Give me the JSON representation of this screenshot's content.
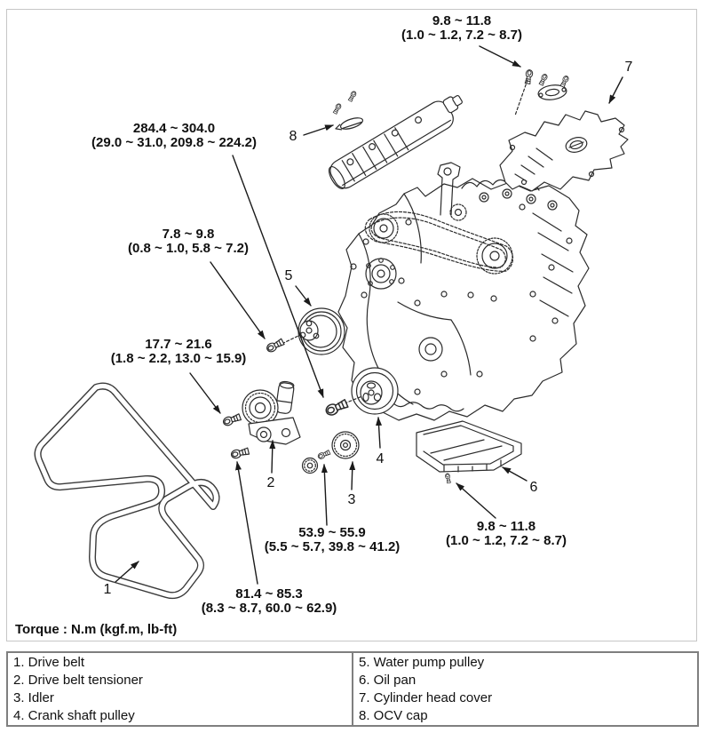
{
  "figure": {
    "torque_note": "Torque : N.m (kgf.m, lb-ft)",
    "labels": {
      "head_cover_bolts": {
        "nm": "9.8 ~ 11.8",
        "alt": "(1.0 ~ 1.2, 7.2 ~ 8.7)"
      },
      "crank_pulley_bolt": {
        "nm": "284.4 ~ 304.0",
        "alt": "(29.0 ~ 31.0, 209.8 ~ 224.2)"
      },
      "water_pump_pulley_bolt": {
        "nm": "7.8 ~ 9.8",
        "alt": "(0.8 ~ 1.0, 5.8 ~ 7.2)"
      },
      "tensioner_bolt": {
        "nm": "17.7 ~ 21.6",
        "alt": "(1.8 ~ 2.2, 13.0 ~ 15.9)"
      },
      "idler_bolt": {
        "nm": "53.9 ~ 55.9",
        "alt": "(5.5 ~ 5.7, 39.8 ~ 41.2)"
      },
      "tensioner_pivot_bolt": {
        "nm": "81.4 ~ 85.3",
        "alt": "(8.3 ~ 8.7, 60.0 ~ 62.9)"
      },
      "oil_pan_bolts": {
        "nm": "9.8 ~ 11.8",
        "alt": "(1.0 ~ 1.2, 7.2 ~ 8.7)"
      }
    },
    "callouts": {
      "c1": "1",
      "c2": "2",
      "c3": "3",
      "c4": "4",
      "c5": "5",
      "c6": "6",
      "c7": "7",
      "c8": "8"
    },
    "icons": {
      "bolt": "bolt-icon",
      "arrowhead": "arrow-marker"
    },
    "line_color": "#2b2b2b",
    "frame_border_color": "#c6c6c6",
    "table_border_color": "#7f7f7f"
  },
  "legend": {
    "left": [
      "1. Drive belt",
      "2. Drive belt tensioner",
      "3. Idler",
      "4. Crank shaft pulley"
    ],
    "right": [
      "5. Water pump pulley",
      "6. Oil pan",
      "7. Cylinder head cover",
      "8. OCV cap"
    ]
  }
}
